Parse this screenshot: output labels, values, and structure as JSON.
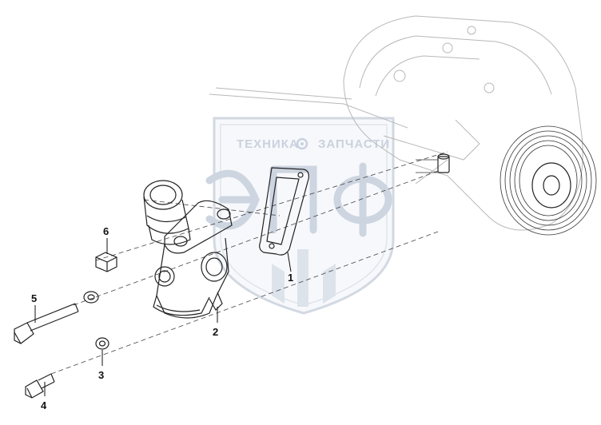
{
  "watermark": {
    "text_left": "ТЕХНИКА",
    "text_right": "ЗАПЧАСТИ",
    "logo": "ЭПФ",
    "color": "#c9d2de"
  },
  "callouts": [
    {
      "number": "1"
    },
    {
      "number": "2"
    },
    {
      "number": "3"
    },
    {
      "number": "4"
    },
    {
      "number": "5"
    },
    {
      "number": "6"
    }
  ]
}
